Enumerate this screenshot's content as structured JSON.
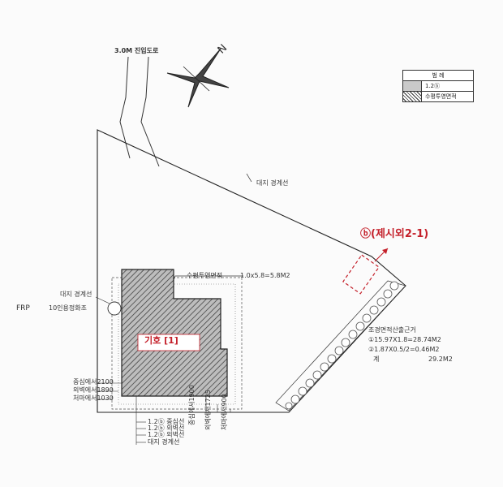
{
  "labels": {
    "road": "3.0M 진입도로",
    "north": "N",
    "site_boundary_top": "대지 경계선",
    "site_boundary_left": "대지 경계선",
    "label_right": "ⓑ(제시외2-1)",
    "projected_area": "수평투영면적",
    "projected_area_calc": "1.0x5.8=5.8M2",
    "frp_note": "FRP",
    "water_tank": "10인용정화조",
    "building": "기호 [1]",
    "setback_left_1": "중심에서2100",
    "setback_left_2": "외벽에서1890",
    "setback_left_3": "처마에서1030",
    "setback_bottom_1": "중심에서1900",
    "setback_bottom_2": "외벽에서1725",
    "setback_bottom_3": "처마에서900",
    "landscape_title": "조경면적산출근거",
    "landscape_1": "①15.97X1.8=28.74M2",
    "landscape_2": "②1.87X0.5/2=0.46M2",
    "landscape_total_label": "계",
    "landscape_total": "29.2M2",
    "bottom_1": "1.2ⓑ 중심선",
    "bottom_2": "1.2ⓑ 외벽선",
    "bottom_3": "1.2ⓑ 외벽선",
    "bottom_4": "대지 경계선"
  },
  "legend": {
    "title": "범 례",
    "row1": "1.2ⓑ",
    "row2": "수평투영면적"
  },
  "colors": {
    "line": "#222222",
    "accent": "#c4202a",
    "fill_grey": "#c9c9c9"
  }
}
